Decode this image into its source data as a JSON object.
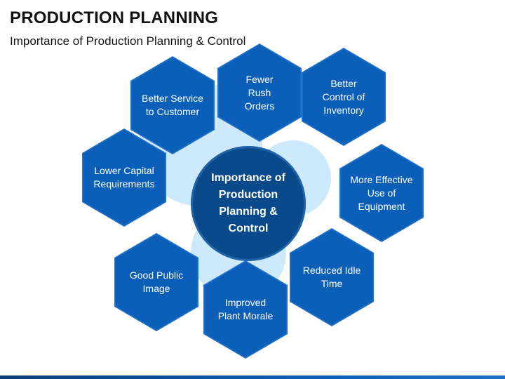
{
  "title": "PRODUCTION PLANNING",
  "subtitle": "Importance of Production Planning & Control",
  "center": {
    "label": "Importance of\nProduction\nPlanning &\nControl"
  },
  "items": [
    {
      "label": "Better Service\nto Customer"
    },
    {
      "label": "Fewer\nRush\nOrders"
    },
    {
      "label": "Better\nControl of\nInventory"
    },
    {
      "label": "Lower Capital\nRequirements"
    },
    {
      "label": "More Effective\nUse of\nEquipment"
    },
    {
      "label": "Good Public\nImage"
    },
    {
      "label": "Reduced Idle\nTime"
    },
    {
      "label": "Improved\nPlant Morale"
    }
  ],
  "colors": {
    "hex_fill": "#0c5fb8",
    "hex_border": "#1f6fc8",
    "center_fill": "#0b4a8a",
    "background_circles": "#cde9fb",
    "title_text": "#111111"
  }
}
